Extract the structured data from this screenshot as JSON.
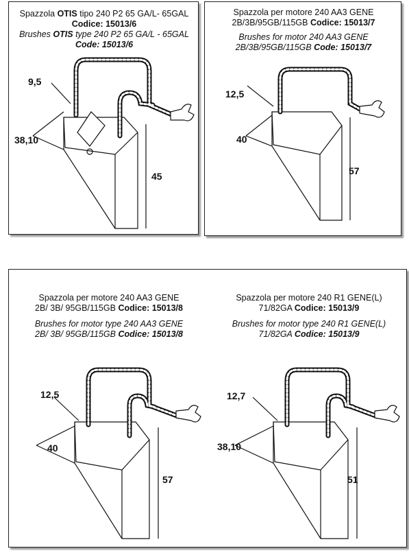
{
  "panels": [
    {
      "it_line1": "Spazzola",
      "it_brand": "OTIS",
      "it_line1b": "tipo 240 P2 65 GA/L- 65GAL",
      "it_code_label": "Codice:",
      "it_code": "15013/6",
      "en_line1": "Brushes",
      "en_brand": "OTIS",
      "en_line1b": "type 240 P2 65 GA/L - 65GAL",
      "en_code_label": "Code:",
      "en_code": "15013/6",
      "dim_top": "9,5",
      "dim_width": "38,10",
      "dim_height": "45"
    },
    {
      "it_line1": "Spazzola per motore 240 AA3 GENE",
      "it_line2": "2B/3B/95GB/115GB",
      "it_code_label": "Codice:",
      "it_code": "15013/7",
      "en_line1": "Brushes for motor 240 AA3 GENE",
      "en_line2": "2B/3B/95GB/115GB",
      "en_code_label": "Code:",
      "en_code": "15013/7",
      "dim_top": "12,5",
      "dim_width": "40",
      "dim_height": "57"
    },
    {
      "it_line1": "Spazzola per motore 240 AA3 GENE",
      "it_line2": "2B/ 3B/ 95GB/115GB",
      "it_code_label": "Codice:",
      "it_code": "15013/8",
      "en_line1": "Brushes for motor type 240 AA3 GENE",
      "en_line2": "2B/ 3B/ 95GB/115GB",
      "en_code_label": "Codice:",
      "en_code": "15013/8",
      "dim_top": "12,5",
      "dim_width": "40",
      "dim_height": "57"
    },
    {
      "it_line1": "Spazzola per motore 240 R1 GENE(L)",
      "it_line2": "71/82GA",
      "it_code_label": "Codice:",
      "it_code": "15013/9",
      "en_line1": "Brushes for motor type 240 R1 GENE(L)",
      "en_line2": "71/82GA",
      "en_code_label": "Codice:",
      "en_code": "15013/9",
      "dim_top": "12,7",
      "dim_width": "38,10",
      "dim_height": "51"
    }
  ]
}
